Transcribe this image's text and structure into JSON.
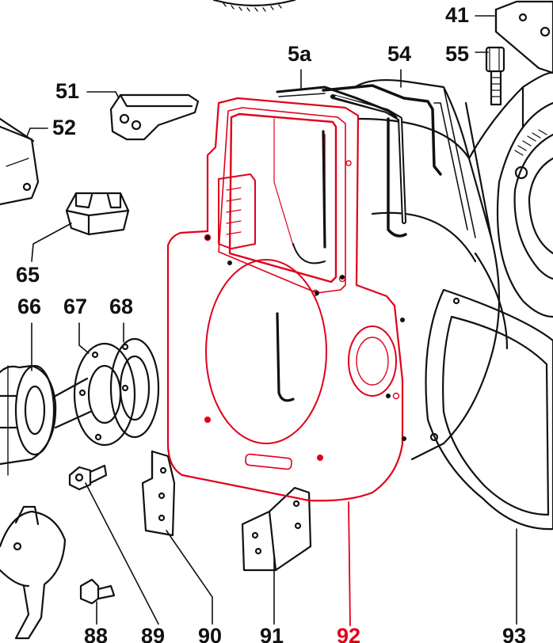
{
  "colors": {
    "ink": "#111111",
    "highlight": "#e0001b",
    "paper": "#ffffff"
  },
  "highlighted_part": "92",
  "callouts": [
    {
      "id": "41",
      "label": "41"
    },
    {
      "id": "5a",
      "label": "5a"
    },
    {
      "id": "54",
      "label": "54"
    },
    {
      "id": "55",
      "label": "55"
    },
    {
      "id": "51",
      "label": "51"
    },
    {
      "id": "52",
      "label": "52"
    },
    {
      "id": "65",
      "label": "65"
    },
    {
      "id": "66",
      "label": "66"
    },
    {
      "id": "67",
      "label": "67"
    },
    {
      "id": "68",
      "label": "68"
    },
    {
      "id": "88",
      "label": "88"
    },
    {
      "id": "89",
      "label": "89"
    },
    {
      "id": "90",
      "label": "90"
    },
    {
      "id": "91",
      "label": "91"
    },
    {
      "id": "92",
      "label": "92"
    },
    {
      "id": "93",
      "label": "93"
    }
  ]
}
